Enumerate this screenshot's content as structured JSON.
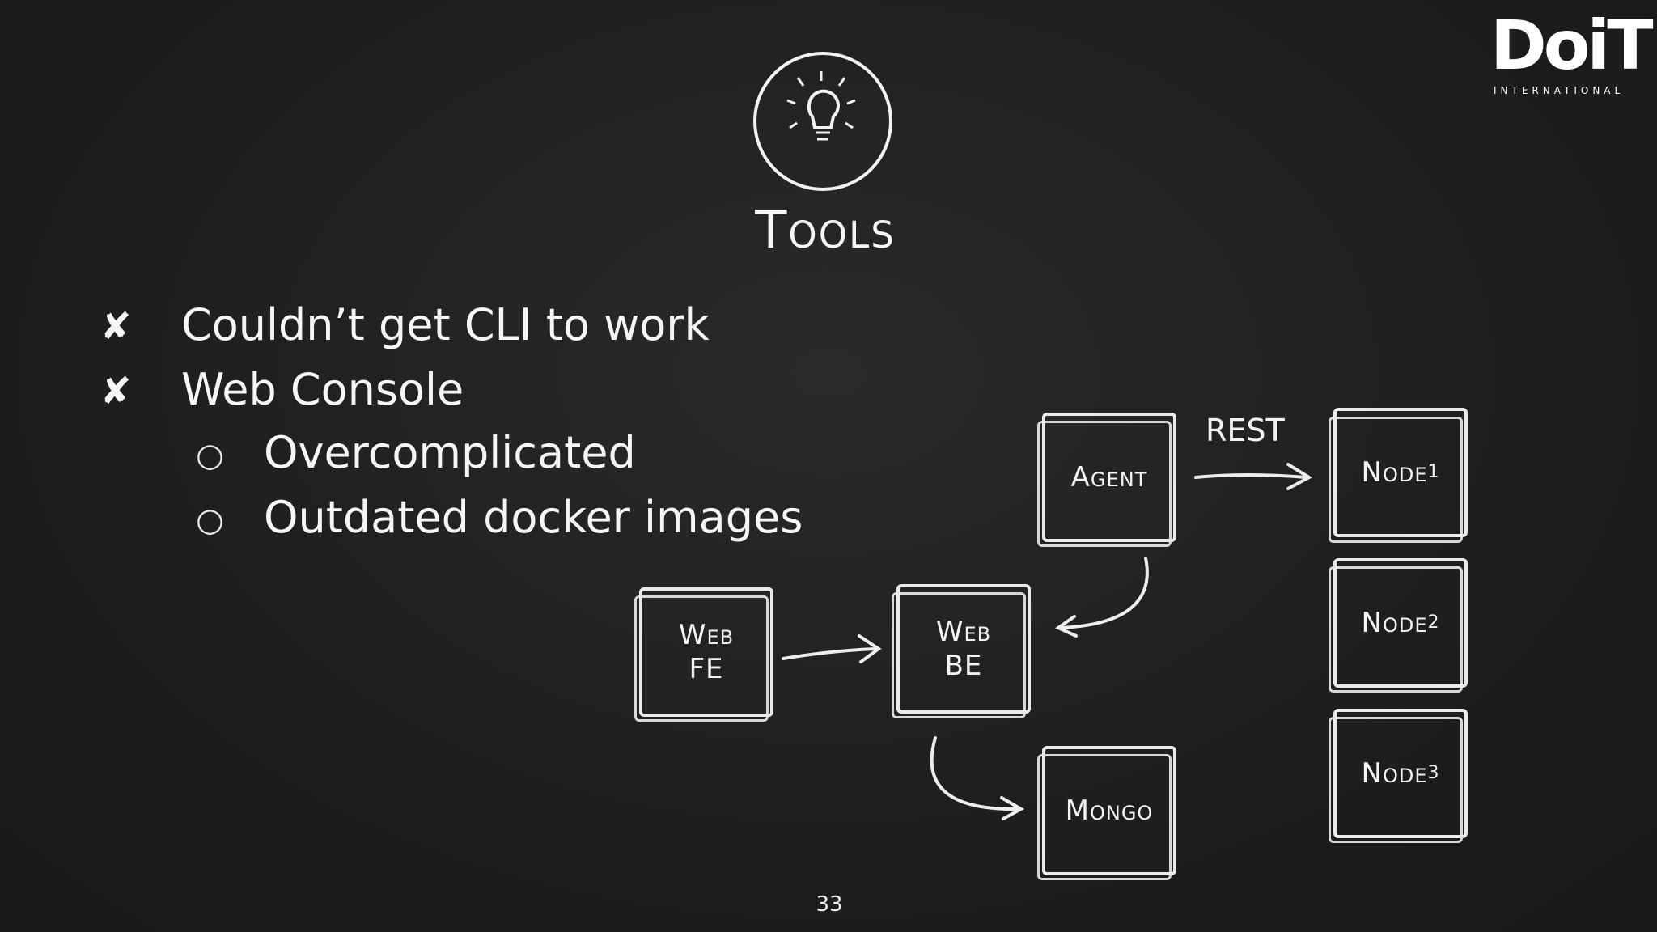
{
  "slide": {
    "title": "Tools",
    "page_number": "33",
    "icon": "lightbulb-icon"
  },
  "brand": {
    "logo_text": "DoiT",
    "logo_subtext": "INTERNATIONAL"
  },
  "bullets": [
    {
      "marker": "✘",
      "text": "Couldn’t get CLI to work"
    },
    {
      "marker": "✘",
      "text": "Web Console"
    }
  ],
  "sub_bullets": [
    {
      "marker": "○",
      "text": "Overcomplicated"
    },
    {
      "marker": "○",
      "text": "Outdated docker images"
    }
  ],
  "diagram": {
    "nodes": {
      "agent": "Agent",
      "node1": "Node",
      "node1_sub": "1",
      "node2": "Node",
      "node2_sub": "2",
      "node3": "Node",
      "node3_sub": "3",
      "web_fe_line1": "Web",
      "web_fe_line2": "FE",
      "web_be_line1": "Web",
      "web_be_line2": "BE",
      "mongo": "Mongo"
    },
    "edge_labels": {
      "agent_to_node": "REST"
    }
  }
}
